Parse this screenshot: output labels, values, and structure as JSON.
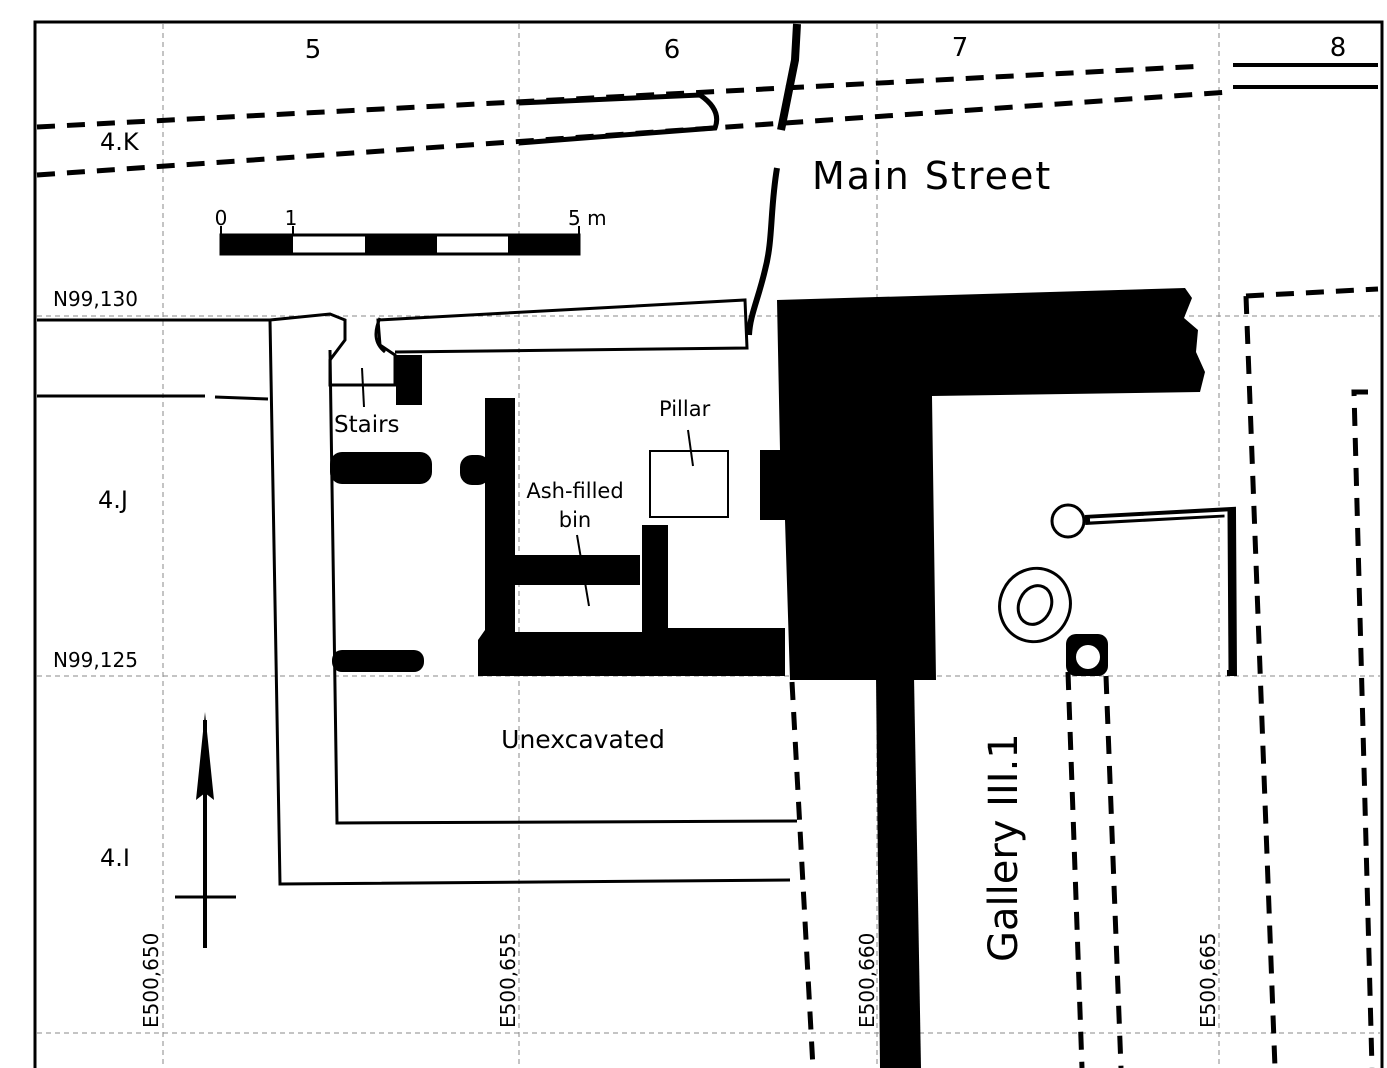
{
  "figure": {
    "type": "excavation site plan"
  },
  "grid": {
    "column_labels": [
      "5",
      "6",
      "7",
      "8"
    ],
    "row_labels": [
      "4.K",
      "4.J",
      "4.I"
    ],
    "northings": [
      "N99,130",
      "N99,125"
    ],
    "eastings": [
      "E500,650",
      "E500,655",
      "E500,660",
      "E500,665"
    ]
  },
  "scale_bar": {
    "tick_labels": [
      "0",
      "1",
      "5 m"
    ]
  },
  "features": {
    "main_street": "Main Street",
    "stairs": "Stairs",
    "pillar": "Pillar",
    "ash_bin_line1": "Ash-filled",
    "ash_bin_line2": "bin",
    "unexcavated": "Unexcavated",
    "gallery": "Gallery III.1"
  },
  "north_arrow": {
    "icon": "north-arrow-icon"
  },
  "colors": {
    "ink": "#000000",
    "paper": "#ffffff",
    "grid": "#8a8a8a"
  }
}
